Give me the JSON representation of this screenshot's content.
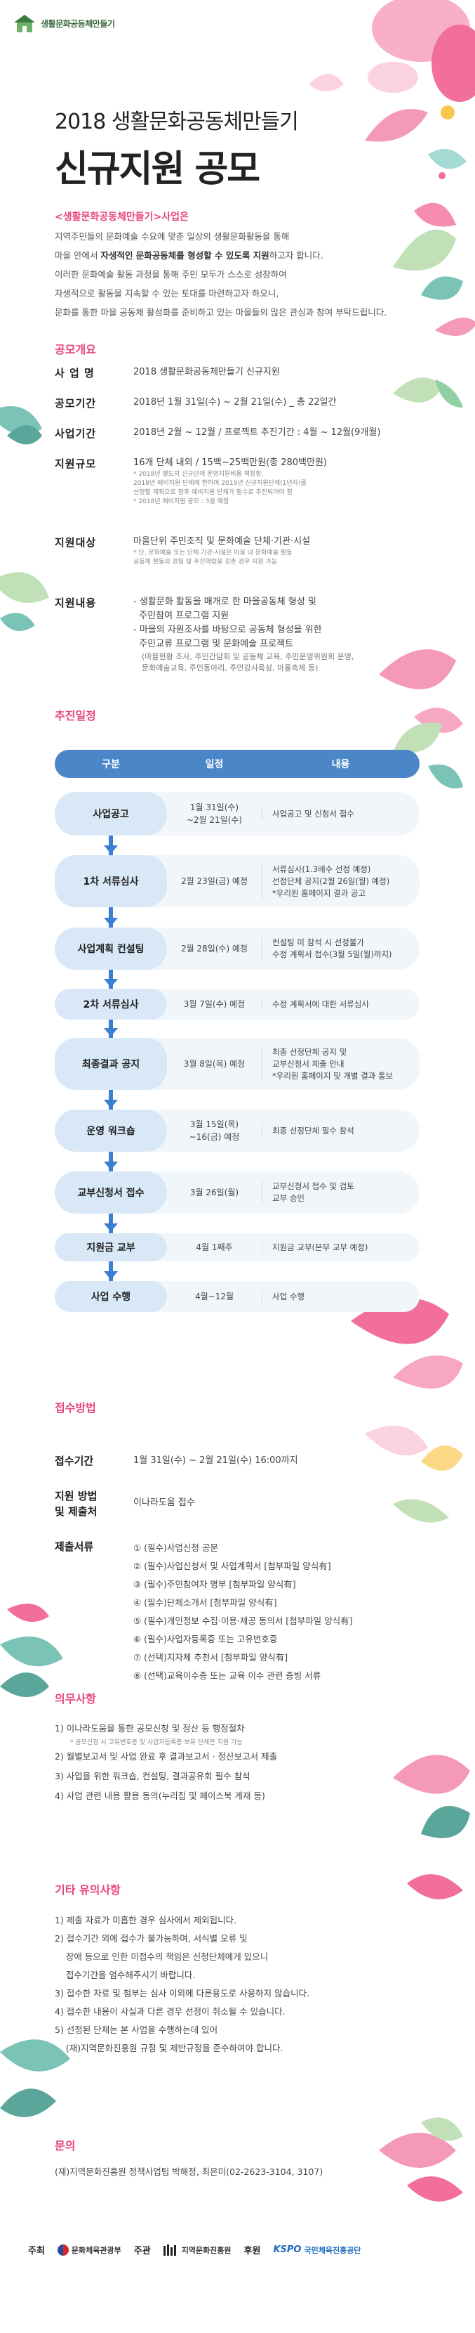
{
  "brand": {
    "name": "생활문화공동체만들기"
  },
  "hero": {
    "title_line1": "2018 생활문화공동체만들기",
    "title_line2": "신규지원 공모"
  },
  "intro": {
    "heading": "<생활문화공동체만들기>사업은",
    "line1": "지역주민들의 문화예술 수요에 맞춘 일상의 생활문화활동을 통해",
    "line2a": "마을 안에서 ",
    "line2b": "자생적인 문화공동체를 형성할 수 있도록 지원",
    "line2c": "하고자 합니다.",
    "line3": "이러한 문화예술 활동 과정을 통해 주민 모두가 스스로 성장하여",
    "line4": "자생적으로 활동을 지속할 수 있는 토대를 마련하고자 하오니,",
    "line5": "문화를 통한 마을 공동체 활성화를 준비하고 있는 마을들의 많은 관심과 참여 부탁드립니다."
  },
  "sections": {
    "overview": "공모개요",
    "schedule": "추진일정",
    "apply": "접수방법",
    "duty": "의무사항",
    "etc": "기타 유의사항",
    "contact": "문의"
  },
  "overview": {
    "rows": [
      {
        "k": "사 업 명",
        "v": "2018 생활문화공동체만들기 신규지원"
      },
      {
        "k": "공모기간",
        "v": "2018년 1월 31일(수) ~ 2월 21일(수) _ 총 22일간"
      },
      {
        "k": "사업기간",
        "v": "2018년 2월 ~ 12월 / 프로젝트 추진기간 : 4월 ~ 12월(9개월)"
      },
      {
        "k": "지원규모",
        "v": "16개 단체 내외 / 15백~25백만원(총 280백만원)"
      }
    ],
    "scale_notes": [
      "* 2018년 별도의 신규단체 운영지원비용 책정함,",
      "2018년 예비지원 단체에 한하여 2019년 신규지원단체(1년차)를",
      "선정할 계획으로 향후 예비지원 단체가 필수로 추진되어야 함",
      "* 2018년 예비지원 공모 : 3월 예정"
    ],
    "target_k": "지원대상",
    "target_v": "마을단위 주민조직 및 문화예술 단체·기관·시설",
    "target_notes": [
      "* 단, 문화예술 또는 단체·기관·시설은 마을 내 문화예술 활동",
      "공동체 활동의 경험 및 추진역량을 갖춘 경우 지원 가능"
    ],
    "content_k": "지원내용",
    "content_lines": [
      "- 생활문화 활동을 매개로 한 마을공동체 형성 및",
      "  주민참여 프로그램 지원",
      "- 마을의 자원조사를 바탕으로 공동체 형성을 위한",
      "  주민교류 프로그램 및 문화예술 프로젝트"
    ],
    "content_sub": [
      "(마을현황 조사, 주민간담회 및 공동체 교육, 주민운영위원회 운영,",
      "문화예술교육, 주민동아리, 주민강사육성, 마을축제 등)"
    ]
  },
  "schedule": {
    "headers": [
      "구분",
      "일정",
      "내용"
    ],
    "rows": [
      {
        "step": "사업공고",
        "date": "1월 31일(수)\n~2월 21일(수)",
        "desc": "사업공고 및 신청서 접수"
      },
      {
        "step": "1차 서류심사",
        "date": "2월 23일(금) 예정",
        "desc": "서류심사(1.3배수 선정 예정)\n선정단체 공지(2월 26일(월) 예정)\n*우리원 홈페이지 결과 공고"
      },
      {
        "step": "사업계획 컨설팅",
        "date": "2월 28일(수) 예정",
        "desc": "컨설팅 미 참석 시 선정불가\n수정 계획서 접수(3월 5일(월)까지)"
      },
      {
        "step": "2차 서류심사",
        "date": "3월 7일(수) 예정",
        "desc": "수정 계획서에 대한 서류심사"
      },
      {
        "step": "최종결과 공지",
        "date": "3월 8일(목) 예정",
        "desc": "최종 선정단체 공지 및\n교부신청서 제출 안내\n*우리원 홈페이지 및 개별 결과 통보"
      },
      {
        "step": "운영 워크숍",
        "date": "3월 15일(목)\n~16(금) 예정",
        "desc": "최종 선정단체 필수 참석"
      },
      {
        "step": "교부신청서 접수",
        "date": "3월 26일(월)",
        "desc": "교부신청서 접수 및 검토\n교부 승인"
      },
      {
        "step": "지원금 교부",
        "date": "4월 1째주",
        "desc": "지원금 교부(본부 교부 예정)"
      },
      {
        "step": "사업 수행",
        "date": "4월~12월",
        "desc": "사업 수행"
      }
    ]
  },
  "apply": {
    "period_k": "접수기간",
    "period_v": "1월 31일(수) ~ 2월 21일(수) 16:00까지",
    "method_k1": "지원 방법",
    "method_k2": "및 제출처",
    "method_v": "이나라도움 접수",
    "docs_k": "제출서류",
    "docs": [
      "① (필수)사업신청 공문",
      "② (필수)사업신청서 및 사업계획서 [첨부파일 양식有]",
      "③ (필수)주민참여자 명부 [첨부파일 양식有]",
      "④ (필수)단체소개서 [첨부파일 양식有]",
      "⑤ (필수)개인정보 수집·이용·제공 동의서 [첨부파일 양식有]",
      "⑥ (필수)사업자등록증 또는 고유번호증",
      "⑦ (선택)지자체 추천서 [첨부파일 양식有]",
      "⑧ (선택)교육이수증 또는 교육 이수 관련 증빙 서류"
    ]
  },
  "duty": {
    "items": [
      "1) 이나라도움을 통한 공모신청 및 정산 등 행정절차",
      "2) 월별보고서 및 사업 완료 후 결과보고서 · 정산보고서 제출",
      "3) 사업을 위한 워크숍, 컨설팅, 결과공유회 필수 참석",
      "4) 사업 관련 내용 활용 동의(누리집 및 페이스북 게재 등)"
    ],
    "sub": "* 공모신청 시 고유번호증 및 사업자등록증 보유 단체만 지원 가능"
  },
  "etc": {
    "items": [
      "1) 제출 자료가 미흡한 경우 심사에서 제외됩니다.",
      "2) 접수기간 외에 접수가 불가능하며, 서식별 오류 및",
      "    장애 등으로 인한 미접수의 책임은 신청단체에게 있으니",
      "    접수기간을 엄수해주시기 바랍니다.",
      "3) 접수한 자료 및 첨부는 심사 이외에 다른용도로 사용하지 않습니다.",
      "4) 접수한 내용이 사실과 다른 경우 선정이 취소될 수 있습니다.",
      "5) 선정된 단체는 본 사업을 수행하는데 있어",
      "    (재)지역문화진흥원 규정 및 제반규정을 준수하여야 합니다."
    ]
  },
  "contact": {
    "text": "(재)지역문화진흥원 정책사업팀 박해정, 최은미(02-2623-3104, 3107)"
  },
  "footer": {
    "host_label": "주최",
    "host": "문화체육관광부",
    "org_label": "주관",
    "org": "지역문화진흥원",
    "sponsor_label": "후원",
    "sponsor_mark": "KSPO",
    "sponsor": "국민체육진흥공단"
  },
  "colors": {
    "accent": "#e8467a",
    "schedule_blue": "#4a86c8",
    "arrow_blue": "#3b7fd0"
  }
}
